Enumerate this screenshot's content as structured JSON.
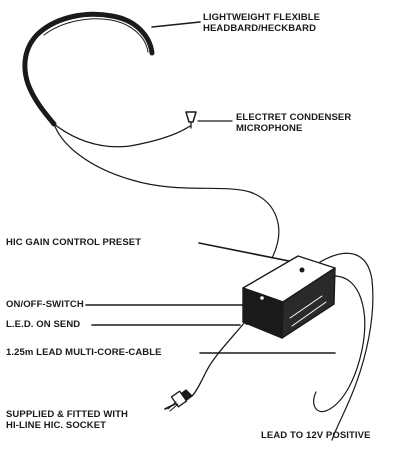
{
  "labels": {
    "headband": {
      "line1": "LIGHTWEIGHT FLEXIBLE",
      "line2": "HEADBARD/HECKBARD"
    },
    "microphone": {
      "line1": "ELECTRET CONDENSER",
      "line2": "MICROPHONE"
    },
    "gain": "HIC GAIN CONTROL PRESET",
    "switch": "ON/OFF-SWITCH",
    "led": "L.E.D. ON SEND",
    "cable": "1.25m LEAD MULTI-CORE-CABLE",
    "socket": {
      "line1": "SUPPLIED & FITTED WITH",
      "line2": "HI-LINE HIC. SOCKET"
    },
    "positive": "LEAD TO 12V POSITIVE"
  },
  "colors": {
    "ink": "#1a1a1a",
    "background": "#ffffff"
  }
}
